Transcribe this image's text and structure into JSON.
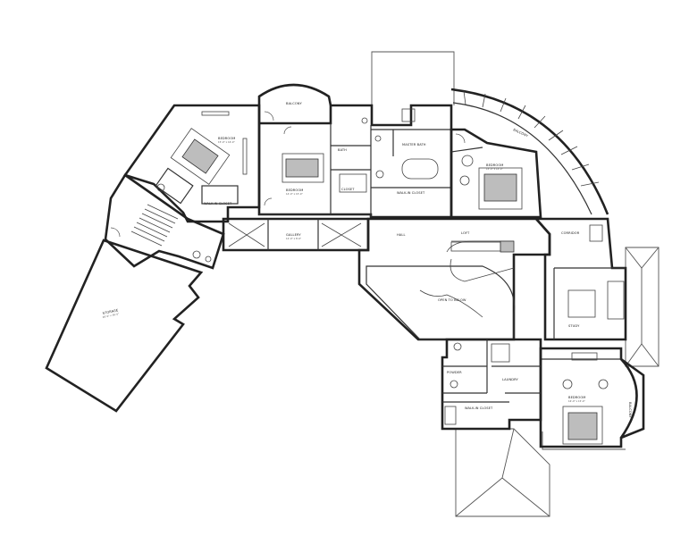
{
  "plan": {
    "line_color": "#222222",
    "background": "#ffffff",
    "rooms": [
      {
        "id": "bedroom-1",
        "label": "BEDROOM",
        "dims": "15'-0\" x 16'-0\""
      },
      {
        "id": "bedroom-2",
        "label": "BEDROOM",
        "dims": "14'-0\" x 15'-0\""
      },
      {
        "id": "bedroom-3",
        "label": "BEDROOM",
        "dims": "15'-0\" x 14'-0\""
      },
      {
        "id": "bedroom-4",
        "label": "BEDROOM",
        "dims": "16'-0\" x 15'-0\""
      },
      {
        "id": "garage",
        "label": "STORAGE",
        "dims": "26'-0\" x 36'-0\""
      },
      {
        "id": "balcony-top",
        "label": "BALCONY",
        "dims": ""
      },
      {
        "id": "balcony-arc",
        "label": "BALCONY",
        "dims": ""
      },
      {
        "id": "balcony-right",
        "label": "BALCONY",
        "dims": ""
      },
      {
        "id": "gallery",
        "label": "GALLERY",
        "dims": "12'-0\" x 8'-0\""
      },
      {
        "id": "hall",
        "label": "HALL",
        "dims": ""
      },
      {
        "id": "open-to-below",
        "label": "OPEN TO BELOW",
        "dims": ""
      },
      {
        "id": "loft",
        "label": "LOFT",
        "dims": ""
      },
      {
        "id": "bath-1",
        "label": "BATH",
        "dims": ""
      },
      {
        "id": "bath-2",
        "label": "MASTER BATH",
        "dims": ""
      },
      {
        "id": "walk-in-1",
        "label": "WALK-IN CLOSET",
        "dims": ""
      },
      {
        "id": "walk-in-2",
        "label": "WALK-IN CLOSET",
        "dims": ""
      },
      {
        "id": "walk-in-3",
        "label": "WALK-IN CLOSET",
        "dims": ""
      },
      {
        "id": "closet-1",
        "label": "CLOSET",
        "dims": ""
      },
      {
        "id": "powder",
        "label": "POWDER",
        "dims": ""
      },
      {
        "id": "laundry",
        "label": "LAUNDRY",
        "dims": ""
      },
      {
        "id": "corridor",
        "label": "CORRIDOR",
        "dims": ""
      },
      {
        "id": "study",
        "label": "STUDY",
        "dims": ""
      }
    ]
  }
}
